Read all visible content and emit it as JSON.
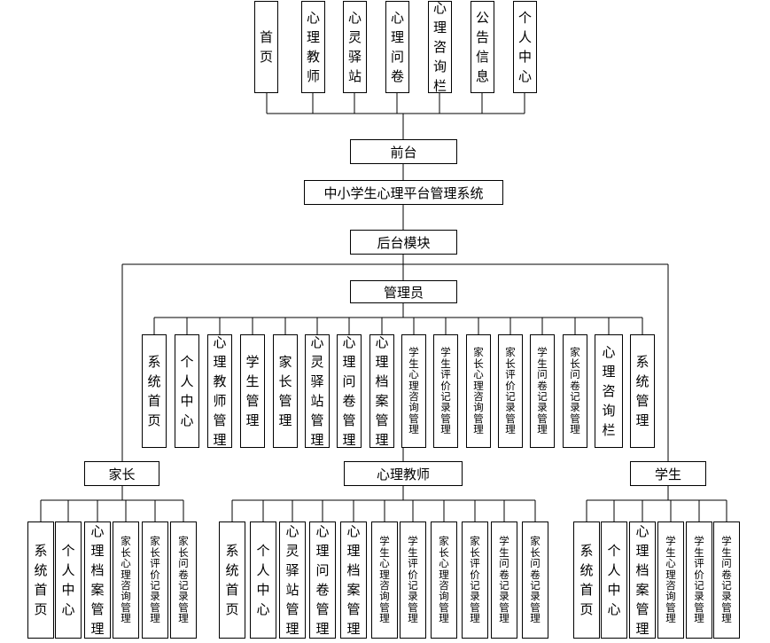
{
  "system": "中小学生心理平台管理系统",
  "frontend": {
    "label": "前台",
    "items": [
      "首页",
      "心理教师",
      "心灵驿站",
      "心理问卷",
      "心理咨询栏",
      "公告信息",
      "个人中心"
    ]
  },
  "backend": {
    "label": "后台模块"
  },
  "admin": {
    "label": "管理员",
    "items": [
      "系统首页",
      "个人中心",
      "心理教师管理",
      "学生管理",
      "家长管理",
      "心灵驿站管理",
      "心理问卷管理",
      "心理档案管理",
      "学生心理咨询管理",
      "学生评价记录管理",
      "家长心理咨询管理",
      "家长评价记录管理",
      "学生问卷记录管理",
      "家长问卷记录管理",
      "心理咨询栏",
      "系统管理"
    ]
  },
  "parent": {
    "label": "家长",
    "items": [
      "系统首页",
      "个人中心",
      "心理档案管理",
      "家长心理咨询管理",
      "家长评价记录管理",
      "家长问卷记录管理"
    ]
  },
  "teacher": {
    "label": "心理教师",
    "items": [
      "系统首页",
      "个人中心",
      "心灵驿站管理",
      "心理问卷管理",
      "心理档案管理",
      "学生心理咨询管理",
      "学生评价记录管理",
      "家长心理咨询管理",
      "家长评价记录管理",
      "学生问卷记录管理",
      "家长问卷记录管理"
    ]
  },
  "student": {
    "label": "学生",
    "items": [
      "系统首页",
      "个人中心",
      "心理档案管理",
      "学生心理咨询管理",
      "学生评价记录管理",
      "学生问卷记录管理"
    ]
  }
}
